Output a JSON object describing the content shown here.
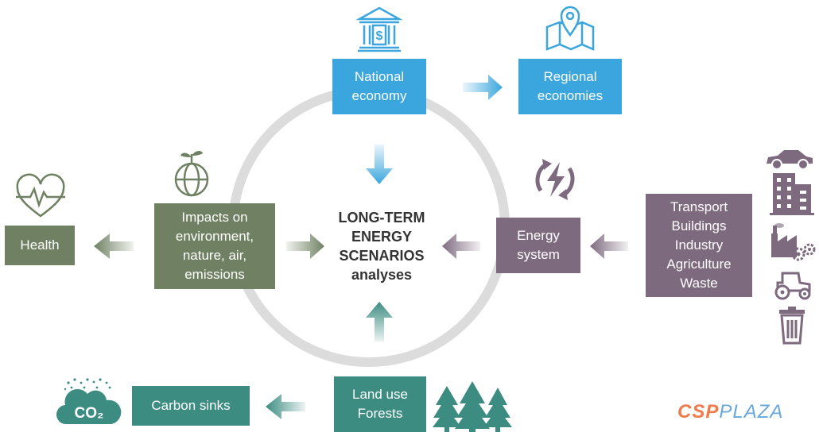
{
  "diagram": {
    "center": [
      "LONG-TERM",
      "ENERGY",
      "SCENARIOS",
      "analyses"
    ],
    "boxes": {
      "national_economy": [
        "National",
        "economy"
      ],
      "regional_economies": [
        "Regional",
        "economies"
      ],
      "impacts": [
        "Impacts on",
        "environment,",
        "nature, air,",
        "emissions"
      ],
      "health": [
        "Health"
      ],
      "energy_system": [
        "Energy",
        "system"
      ],
      "sectors": [
        "Transport",
        "Buildings",
        "Industry",
        "Agriculture",
        "Waste"
      ],
      "land_use": [
        "Land use",
        "Forests"
      ],
      "carbon_sinks": [
        "Carbon sinks"
      ]
    },
    "co2_label": "CO₂"
  },
  "logo": {
    "part1": "CSP",
    "part2": "PLAZA"
  },
  "colors": {
    "blue": "#3aa6dd",
    "green": "#6f8162",
    "purple": "#7e6a7f",
    "teal": "#3c8c82",
    "ring": "#dcdcdc",
    "logo_orange": "#f07a4a",
    "logo_blue": "#6aa8dc"
  },
  "icons": [
    "bank-icon",
    "map-pin-icon",
    "globe-plant-icon",
    "heart-pulse-icon",
    "lightning-cycle-icon",
    "car-icon",
    "building-icon",
    "factory-icon",
    "tractor-icon",
    "trash-icon",
    "trees-icon",
    "co2-cloud-icon"
  ]
}
